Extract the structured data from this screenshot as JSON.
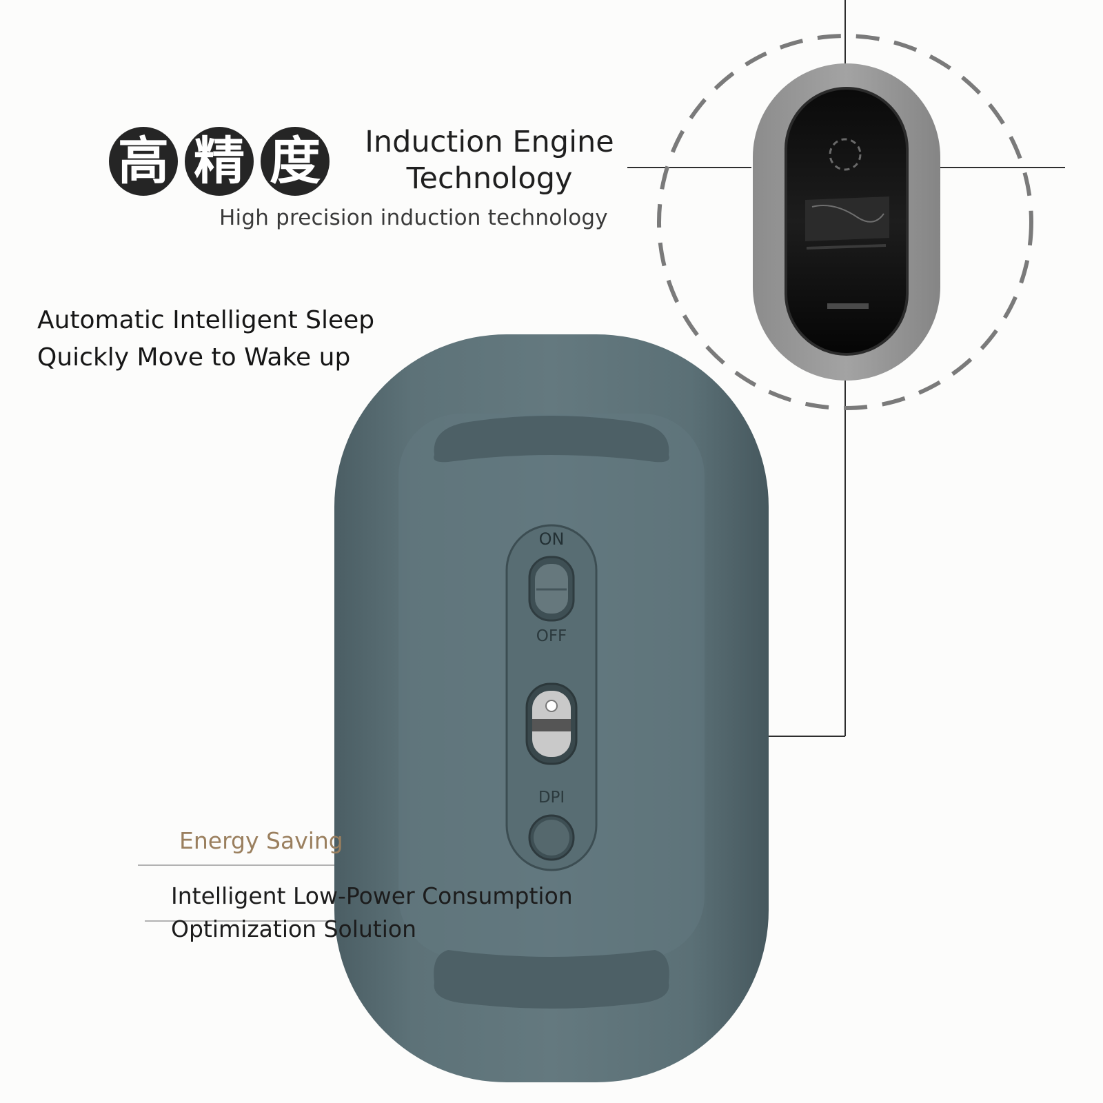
{
  "header": {
    "chinese_badges": [
      "高",
      "精",
      "度"
    ],
    "title_line1": "Induction Engine",
    "title_line2": "Technology",
    "subtitle": "High precision induction technology"
  },
  "features": {
    "sleep_line1": "Automatic Intelligent Sleep",
    "sleep_line2": "Quickly Move to Wake up",
    "energy_label": "Energy Saving",
    "lowpower_line1": "Intelligent Low-Power Consumption",
    "lowpower_line2": "Optimization Solution"
  },
  "mouse": {
    "switch_on_label": "ON",
    "switch_off_label": "OFF",
    "dpi_label": "DPI",
    "body_color": "#566a70",
    "body_dark_color": "#3f5157"
  },
  "icons": [
    "power-switch-icon",
    "optical-sensor-icon",
    "dpi-button-icon"
  ]
}
